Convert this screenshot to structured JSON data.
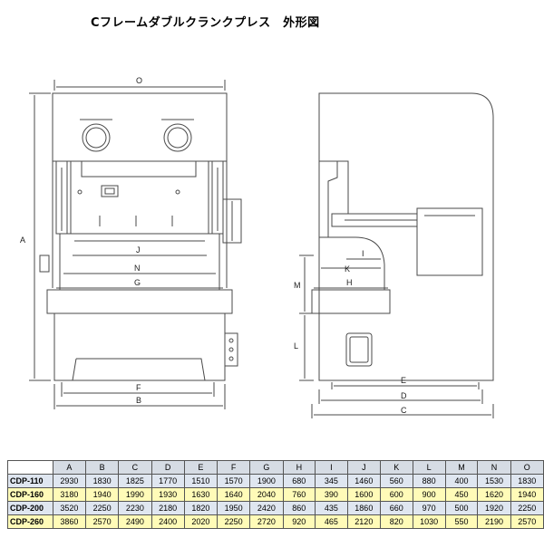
{
  "title": "Cフレームダブルクランクプレス　外形図",
  "front_view": {
    "dims": {
      "O": "O",
      "J": "J",
      "N": "N",
      "G": "G",
      "F": "F",
      "B": "B",
      "A": "A"
    }
  },
  "side_view": {
    "dims": {
      "I": "I",
      "K": "K",
      "H": "H",
      "M": "M",
      "L": "L",
      "E": "E",
      "D": "D",
      "C": "C"
    }
  },
  "table": {
    "columns": [
      "A",
      "B",
      "C",
      "D",
      "E",
      "F",
      "G",
      "H",
      "I",
      "J",
      "K",
      "L",
      "M",
      "N",
      "O"
    ],
    "rows": [
      {
        "model": "CDP-110",
        "values": [
          "2930",
          "1830",
          "1825",
          "1770",
          "1510",
          "1570",
          "1900",
          "680",
          "345",
          "1460",
          "560",
          "880",
          "400",
          "1530",
          "1830"
        ]
      },
      {
        "model": "CDP-160",
        "values": [
          "3180",
          "1940",
          "1990",
          "1930",
          "1630",
          "1640",
          "2040",
          "760",
          "390",
          "1600",
          "600",
          "900",
          "450",
          "1620",
          "1940"
        ]
      },
      {
        "model": "CDP-200",
        "values": [
          "3520",
          "2250",
          "2230",
          "2180",
          "1820",
          "1950",
          "2420",
          "860",
          "435",
          "1860",
          "660",
          "970",
          "500",
          "1920",
          "2250"
        ]
      },
      {
        "model": "CDP-260",
        "values": [
          "3860",
          "2570",
          "2490",
          "2400",
          "2020",
          "2250",
          "2720",
          "920",
          "465",
          "2120",
          "820",
          "1030",
          "550",
          "2190",
          "2570"
        ]
      }
    ]
  },
  "colors": {
    "header": "#d6dce4",
    "row_blue": "#dfe6f0",
    "row_yellow": "#fffbb8",
    "line": "#4a4a4a"
  }
}
